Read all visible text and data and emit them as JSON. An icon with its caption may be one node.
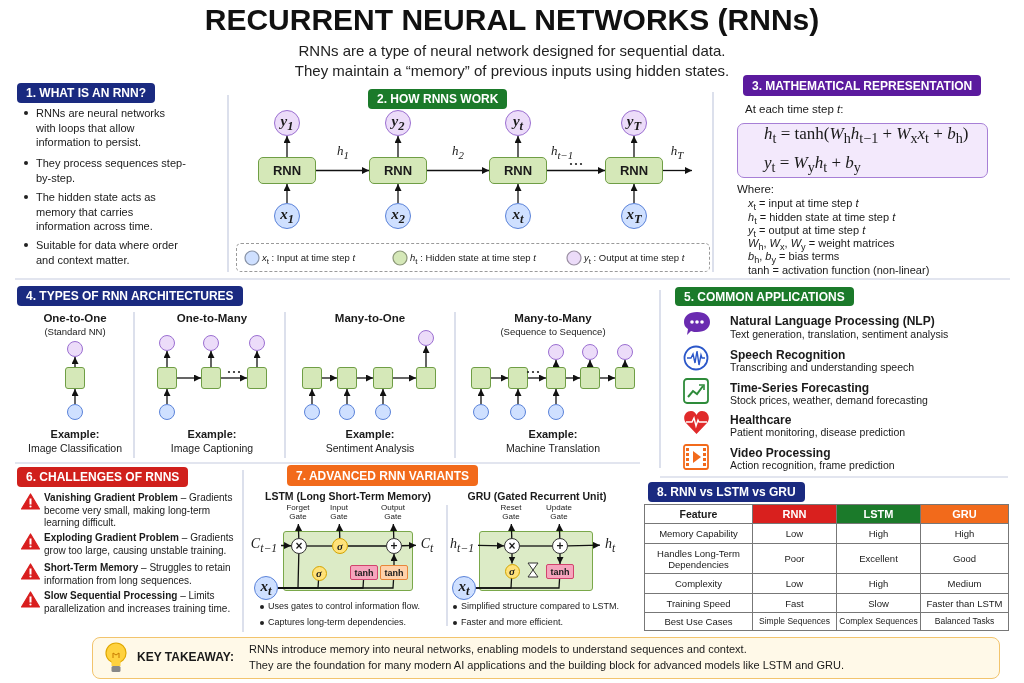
{
  "diagram": {
    "title": "RECURRENT NEURAL NETWORKS (RNNs)",
    "nodes": [
      {
        "text": [
          "1. WHAT IS AN RNN?"
        ]
      },
      {
        "text": [
          "2. HOW RNNS WORK"
        ]
      },
      {
        "text": [
          "RNN"
        ]
      },
      {
        "text": [
          "RNN"
        ]
      },
      {
        "text": [
          "RNN"
        ]
      },
      {
        "text": [
          "RNN"
        ]
      },
      {
        "text": [
          "x$_{1}$"
        ]
      },
      {
        "text": [
          "x$_{2}$"
        ]
      },
      {
        "text": [
          "x$_{t}$"
        ]
      },
      {
        "text": [
          "x$_{T}$"
        ]
      },
      {
        "text": [
          "y$_{1}$"
        ]
      },
      {
        "text": [
          "y$_{2}$"
        ]
      },
      {
        "text": [
          "y$_{t}$"
        ]
      },
      {
        "text": [
          "y$_{T}$"
        ]
      },
      {
        "text": [
          "3. MATHEMATICAL REPRESENTATION"
        ]
      },
      {
        "text": [
          "*h*$_{t}$ = tanh(*W*$_{h}$*h*$_{t−1}$ + *W*$_{x}$*x*$_{t}$ + *b*$_{h}$)",
          "*y*$_{t}$ = *W*$_{y}$*h*$_{t}$ + *b*$_{y}$"
        ]
      },
      {
        "text": [
          "4. TYPES OF RNN ARCHITECTURES"
        ]
      },
      {
        "text": [],
        "shape": "box"
      },
      {
        "text": [],
        "shape": "circle"
      },
      {
        "text": [],
        "shape": "circle"
      },
      {
        "text": [],
        "shape": "box"
      },
      {
        "text": [],
        "shape": "box"
      },
      {
        "text": [],
        "shape": "box"
      },
      {
        "text": [],
        "shape": "circle"
      },
      {
        "text": [],
        "shape": "circle"
      },
      {
        "text": [],
        "shape": "circle"
      },
      {
        "text": [],
        "shape": "circle"
      },
      {
        "text": [],
        "shape": "box"
      },
      {
        "text": [],
        "shape": "box"
      },
      {
        "text": [],
        "shape": "box"
      },
      {
        "text": [],
        "shape": "box"
      },
      {
        "text": [],
        "shape": "circle"
      },
      {
        "text": [],
        "shape": "circle"
      },
      {
        "text": [],
        "shape": "circle"
      },
      {
        "text": [],
        "shape": "circle"
      },
      {
        "text": [],
        "shape": "box"
      },
      {
        "text": [],
        "shape": "box"
      },
      {
        "text": [],
        "shape": "box"
      },
      {
        "text": [],
        "shape": "box"
      },
      {
        "text": [],
        "shape": "box"
      },
      {
        "text": [],
        "shape": "circle"
      },
      {
        "text": [],
        "shape": "circle"
      },
      {
        "text": [],
        "shape": "circle"
      },
      {
        "text": [],
        "shape": "circle"
      },
      {
        "text": [],
        "shape": "circle"
      },
      {
        "text": [],
        "shape": "circle"
      },
      {
        "text": [
          "5. COMMON APPLICATIONS"
        ]
      },
      {
        "text": [
          "6. CHALLENGES OF RNNS"
        ]
      },
      {
        "text": [
          "7. ADVANCED RNN VARIANTS"
        ]
      },
      {
        "text": [],
        "shape": "box"
      },
      {
        "text": [
          "C$_{t−1}$"
        ]
      },
      {
        "text": [
          "C$_{t}$"
        ]
      },
      {
        "text": [
          "×"
        ],
        "in": 49
      },
      {
        "text": [
          "σ"
        ],
        "in": 49
      },
      {
        "text": [
          "+"
        ],
        "in": 49
      },
      {
        "text": [
          "σ"
        ],
        "in": 49
      },
      {
        "text": [
          "tanh"
        ],
        "in": 49
      },
      {
        "text": [
          "tanh"
        ],
        "in": 49
      },
      {
        "text": [
          "x$_{t}$"
        ]
      },
      {
        "text": [
          "Forget Gate"
        ]
      },
      {
        "text": [
          "Input Gate"
        ]
      },
      {
        "text": [
          "Output Gate"
        ]
      },
      {
        "text": [],
        "shape": "box"
      },
      {
        "text": [
          "h$_{t−1}$"
        ]
      },
      {
        "text": [
          "h$_{t}$"
        ]
      },
      {
        "text": [
          "×"
        ],
        "in": 62
      },
      {
        "text": [
          "+"
        ],
        "in": 62
      },
      {
        "text": [
          "σ"
        ],
        "in": 62
      },
      {
        "text": [
          "tanh"
        ],
        "in": 62
      },
      {
        "text": [
          "x$_{t}$"
        ]
      },
      {
        "text": [
          "Reset Gate"
        ]
      },
      {
        "text": [
          "Update Gate"
        ]
      },
      {
        "text": [
          "8. RNN vs LSTM vs GRU"
        ]
      },
      {
        "text": [
          "KEY TAKEAWAY:",
          "RNNs introduce memory into neural networks, enabling models to understand sequences and context.",
          "They are the foundation for many modern AI applications and the building block for advanced models like LSTM and GRU."
        ]
      }
    ],
    "edges": [
      {
        "from": 6,
        "to": 2,
        "arrow": "to"
      },
      {
        "from": 7,
        "to": 3,
        "arrow": "to"
      },
      {
        "from": 8,
        "to": 4,
        "arrow": "to"
      },
      {
        "from": 9,
        "to": 5,
        "arrow": "to"
      },
      {
        "from": 2,
        "to": 10,
        "arrow": "to"
      },
      {
        "from": 3,
        "to": 11,
        "arrow": "to"
      },
      {
        "from": 4,
        "to": 12,
        "arrow": "to"
      },
      {
        "from": 5,
        "to": 13,
        "arrow": "to"
      },
      {
        "from": 2,
        "to": 3,
        "arrow": "to",
        "label": "h$_{1}$"
      },
      {
        "from": 3,
        "to": 4,
        "arrow": "to",
        "label": "h$_{2}$"
      },
      {
        "from": 4,
        "to": 5,
        "arrow": "to",
        "label": "h$_{t−1}$"
      },
      {
        "from": 5,
        "to": null,
        "arrow": "to",
        "label": "h$_{T}$"
      },
      {
        "from": 18,
        "to": 17,
        "arrow": "to"
      },
      {
        "from": 17,
        "to": 19,
        "arrow": "to"
      },
      {
        "from": 23,
        "to": 20,
        "arrow": "to"
      },
      {
        "from": 20,
        "to": 24,
        "arrow": "to"
      },
      {
        "from": 21,
        "to": 25,
        "arrow": "to"
      },
      {
        "from": 22,
        "to": 26,
        "arrow": "to"
      },
      {
        "from": 20,
        "to": 21,
        "arrow": "to"
      },
      {
        "from": 21,
        "to": 22,
        "arrow": "to"
      },
      {
        "from": 31,
        "to": 27,
        "arrow": "to"
      },
      {
        "from": 32,
        "to": 28,
        "arrow": "to"
      },
      {
        "from": 33,
        "to": 29,
        "arrow": "to"
      },
      {
        "from": 27,
        "to": 28,
        "arrow": "to"
      },
      {
        "from": 28,
        "to": 29,
        "arrow": "to"
      },
      {
        "from": 29,
        "to": 30,
        "arrow": "to"
      },
      {
        "from": 30,
        "to": 34,
        "arrow": "to"
      },
      {
        "from": 40,
        "to": 35,
        "arrow": "to"
      },
      {
        "from": 41,
        "to": 36,
        "arrow": "to"
      },
      {
        "from": 42,
        "to": 37,
        "arrow": "to"
      },
      {
        "from": 35,
        "to": 36,
        "arrow": "to"
      },
      {
        "from": 36,
        "to": 37,
        "arrow": "to"
      },
      {
        "from": 37,
        "to": 38,
        "arrow": "to"
      },
      {
        "from": 38,
        "to": 39,
        "arrow": "to"
      },
      {
        "from": 37,
        "to": 43,
        "arrow": "to"
      },
      {
        "from": 38,
        "to": 44,
        "arrow": "to"
      },
      {
        "from": 39,
        "to": 45,
        "arrow": "to"
      },
      {
        "from": 50,
        "to": 52,
        "arrow": "to"
      },
      {
        "from": 52,
        "to": 53,
        "arrow": "none"
      },
      {
        "from": 53,
        "to": 54,
        "arrow": "none"
      },
      {
        "from": 54,
        "to": 51,
        "arrow": "to"
      },
      {
        "from": 52,
        "to": 59,
        "arrow": "to"
      },
      {
        "from": 53,
        "to": 60,
        "arrow": "to"
      },
      {
        "from": 54,
        "to": 61,
        "arrow": "to"
      },
      {
        "from": 58,
        "to": 52,
        "arrow": "none"
      },
      {
        "from": 58,
        "to": 55,
        "arrow": "none"
      },
      {
        "from": 58,
        "to": 56,
        "arrow": "none"
      },
      {
        "from": 58,
        "to": 57,
        "arrow": "none"
      },
      {
        "from": 57,
        "to": 54,
        "arrow": "to"
      },
      {
        "from": 63,
        "to": 65,
        "arrow": "to"
      },
      {
        "from": 65,
        "to": 66,
        "arrow": "none"
      },
      {
        "from": 66,
        "to": 64,
        "arrow": "to"
      },
      {
        "from": 65,
        "to": 70,
        "arrow": "to"
      },
      {
        "from": 66,
        "to": 71,
        "arrow": "to"
      },
      {
        "from": 65,
        "to": 67,
        "arrow": "to"
      },
      {
        "from": 66,
        "to": 68,
        "arrow": "to"
      },
      {
        "from": 69,
        "to": 67,
        "arrow": "none"
      },
      {
        "from": 69,
        "to": 68,
        "arrow": "none"
      }
    ],
    "labels": [
      "RNNs are a type of neural network designed for sequential data.",
      "They maintain a “memory” of previous inputs using hidden states.",
      "RNNs are neural networks with loops that allow information to persist.",
      "They process sequences step-by-step.",
      "The hidden state acts as memory that carries information across time.",
      "Suitable for data where order and context matter.",
      "At each time step *t*:",
      "Where:",
      "*x*$_{t}$ = input at time step *t*",
      "*h*$_{t}$ = hidden state at time step *t*",
      "*y*$_{t}$ = output at time step *t*",
      "*W*$_{h}$, *W*$_{x}$, *W*$_{y}$ = weight matrices",
      "*b*$_{h}$, *b*$_{y}$ = bias terms",
      "tanh = activation function (non-linear)",
      "One-to-One",
      "(Standard NN)",
      "Example:",
      "Image Classification",
      "One-to-Many",
      "Example:",
      "Image Captioning",
      "Many-to-One",
      "Example:",
      "Sentiment Analysis",
      "Many-to-Many",
      "(Sequence to Sequence)",
      "Example:",
      "Machine Translation",
      "Natural Language Processing (NLP)",
      "Text generation, translation, sentiment analysis",
      "Speech Recognition",
      "Transcribing and understanding speech",
      "Time-Series Forecasting",
      "Stock prices, weather, demand forecasting",
      "Healthcare",
      "Patient monitoring, disease prediction",
      "Video Processing",
      "Action recognition, frame prediction",
      "**Vanishing Gradient Problem** – Gradients become very small, making long-term learning difficult.",
      "**Exploding Gradient Problem** – Gradients grow too large, causing unstable training.",
      "**Short-Term Memory** – Struggles to retain information from long sequences.",
      "**Slow Sequential Processing** – Limits parallelization and increases training time.",
      "LSTM (Long Short-Term Memory)",
      "Uses gates to control information flow.",
      "Captures long-term dependencies.",
      "GRU (Gated Recurrent Unit)",
      "Simplified structure compared to LSTM.",
      "Faster and more efficient.",
      "Feature",
      "RNN",
      "LSTM",
      "GRU",
      "Memory Capability",
      "Low",
      "High",
      "High",
      "Handles Long-Term Dependencies",
      "Poor",
      "Excellent",
      "Good",
      "Complexity",
      "Low",
      "High",
      "Medium",
      "Training Speed",
      "Fast",
      "Slow",
      "Faster than LSTM",
      "Best Use Cases",
      "Simple Sequences",
      "Complex Sequences",
      "Balanced Tasks"
    ],
    "legend": [
      {
        "text": "*x*$_{t}$ : Input at time step *t*",
        "color": "#cfe0ff"
      },
      {
        "text": "*h*$_{t}$ : Hidden state at time step *t*",
        "color": "#d5e8b8"
      },
      {
        "text": "*y*$_{t}$ : Output at time step *t*",
        "color": "#ecdcf9"
      }
    ]
  }
}
